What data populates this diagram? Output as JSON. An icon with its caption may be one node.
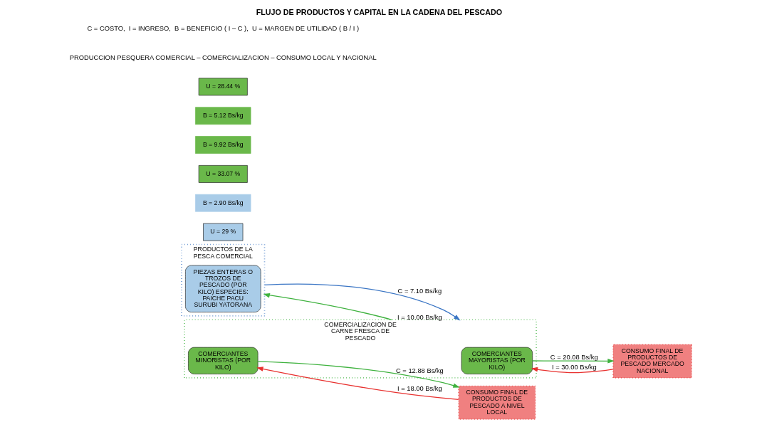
{
  "diagram": {
    "title": "FLUJO DE PRODUCTOS Y CAPITAL EN LA CADENA DEL PESCADO",
    "nodes": [
      {
        "text": [
          "PRODUCTOS DE LA PESCA COMERCIAL"
        ]
      },
      {
        "text": [
          "PIEZAS ENTERAS O TROZOS DE PESCADO (POR KILO) ESPECIES: PAICHE PACU SURUBI YATORANA"
        ],
        "in": 0
      },
      {
        "text": [
          "COMERCIALIZACION DE CARNE FRESCA DE PESCADO"
        ]
      },
      {
        "text": [
          "COMERCIANTES MAYORISTAS (POR KILO)"
        ],
        "in": 2
      },
      {
        "text": [
          "COMERCIANTES MINORISTAS (POR KILO)"
        ],
        "in": 2
      },
      {
        "text": [
          "CONSUMO FINAL DE PRODUCTOS DE PESCADO MERCADO NACIONAL"
        ]
      },
      {
        "text": [
          "CONSUMO FINAL DE PRODUCTOS DE PESCADO A NIVEL LOCAL"
        ]
      },
      {
        "text": [
          "U = 29 %"
        ]
      },
      {
        "text": [
          "B = 2.90 Bs/kg"
        ]
      },
      {
        "text": [
          "U = 33.07 %"
        ]
      },
      {
        "text": [
          "B = 9.92 Bs/kg"
        ]
      },
      {
        "text": [
          "B = 5.12 Bs/kg"
        ]
      },
      {
        "text": [
          "U = 28.44 %"
        ]
      }
    ],
    "edges": [
      {
        "from": 0,
        "to": 2,
        "arrow": "to",
        "label": "C = 7.10 Bs/kg",
        "color": "#3a75c4"
      },
      {
        "from": 2,
        "to": 0,
        "arrow": "to",
        "label": "I = 10.00 Bs/kg"
      },
      {
        "from": 3,
        "to": 5,
        "arrow": "to",
        "label": "C = 20.08 Bs/kg"
      },
      {
        "from": 5,
        "to": 3,
        "arrow": "to",
        "label": "I = 30.00 Bs/kg",
        "color": "#e8312f"
      },
      {
        "from": 4,
        "to": 6,
        "arrow": "to",
        "label": "C = 12.88 Bs/kg"
      },
      {
        "from": 6,
        "to": 4,
        "arrow": "to",
        "label": "I = 18.00 Bs/kg",
        "color": "#e8312f"
      }
    ],
    "labels": [
      "PRODUCCION PESQUERA COMERCIAL – COMERCIALIZACION – CONSUMO LOCAL Y NACIONAL",
      "C = COSTO,  I = INGRESO,  B = BENEFICIO ( I – C ),  U = MARGEN DE UTILIDAD ( B / I )"
    ]
  }
}
